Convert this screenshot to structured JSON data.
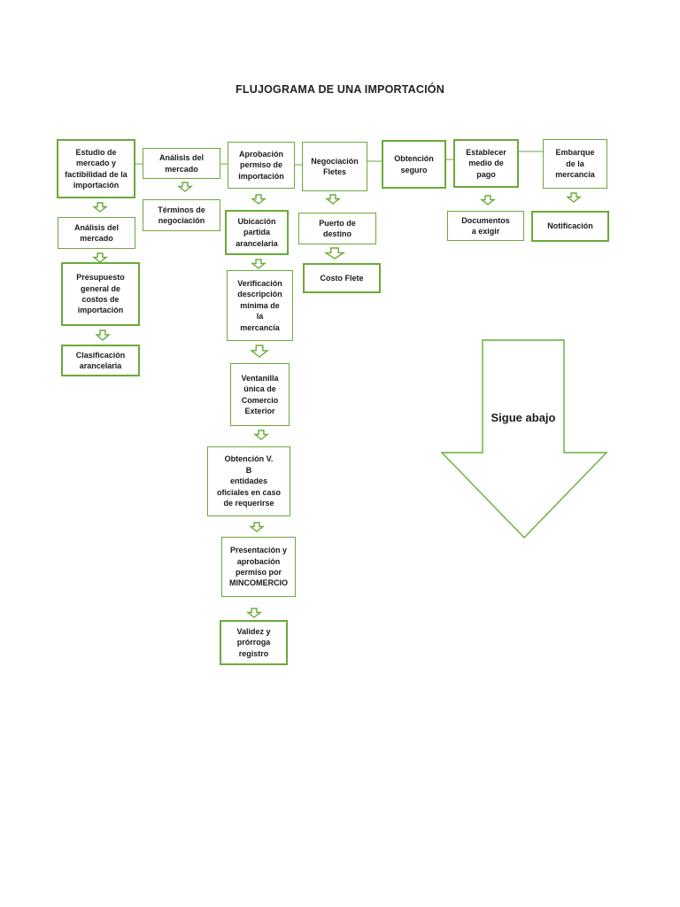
{
  "title": "FLUJOGRAMA DE UNA IMPORTACIÓN",
  "colors": {
    "border": "#6aaa3a",
    "arrow_stroke": "#6aaa3a",
    "big_arrow_stroke": "#6aaa3a"
  },
  "boxes": {
    "estudio_mercado": "Estudio de\nmercado y\nfactibilidad de la\nimportación",
    "analisis_mercado_top": "Análisis del\nmercado",
    "aprobacion_permiso": "Aprobación\npermiso de\nimportación",
    "negociacion_fletes": "Negociación\nFletes",
    "obtencion_seguro": "Obtención\nseguro",
    "establecer_pago": "Establecer\nmedio de\npago",
    "embarque": "Embarque\nde la\nmercancía",
    "analisis_mercado_left": "Análisis del\nmercado",
    "terminos_negociacion": "Términos de\nnegociación",
    "ubicacion_partida": "Ubicación\npartida\narancelaria",
    "puerto_destino": "Puerto de\ndestino",
    "documentos": "Documentos\na exigir",
    "notificacion": "Notificación",
    "presupuesto": "Presupuesto\ngeneral de\ncostos de\nimportación",
    "verificacion": "Verificación\ndescripción\nmínima de\nla\nmercancía",
    "costo_flete": "Costo Flete",
    "clasificacion": "Clasificación\narancelaria",
    "ventanilla": "Ventanilla\núnica de\nComercio\nExterior",
    "obtencion_vb": "Obtención V.\nB\nentidades\noficiales en caso\nde requerirse",
    "presentacion": "Presentación y\naprobación\npermiso por\nMINCOMERCIO",
    "validez": "Validez y\nprórroga\nregistro"
  },
  "big_arrow_label": "Sigue abajo"
}
